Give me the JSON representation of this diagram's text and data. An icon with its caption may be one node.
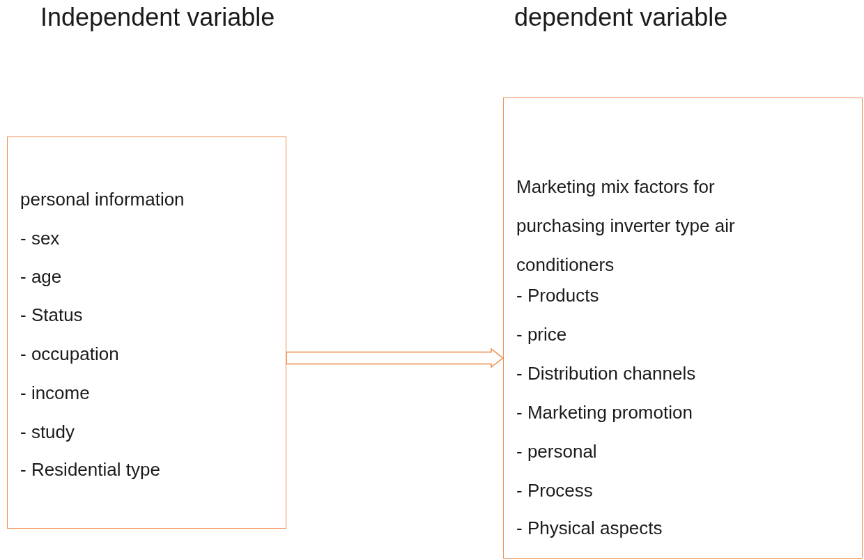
{
  "diagram": {
    "nodes": [
      {
        "text": [
          "Independent variable",
          "personal information",
          "- sex",
          "- age",
          "- Status",
          "- occupation",
          "- income",
          "- study",
          "- Residential type"
        ]
      },
      {
        "text": [
          "dependent variable",
          "Marketing mix factors for purchasing inverter type air conditioners",
          "- Products",
          "- price",
          "- Distribution channels",
          "- Marketing promotion",
          "- personal",
          "- Process",
          "- Physical aspects"
        ]
      }
    ],
    "edges": [
      {
        "from": 0,
        "to": 1,
        "arrow": "to",
        "style": "thick"
      }
    ]
  }
}
